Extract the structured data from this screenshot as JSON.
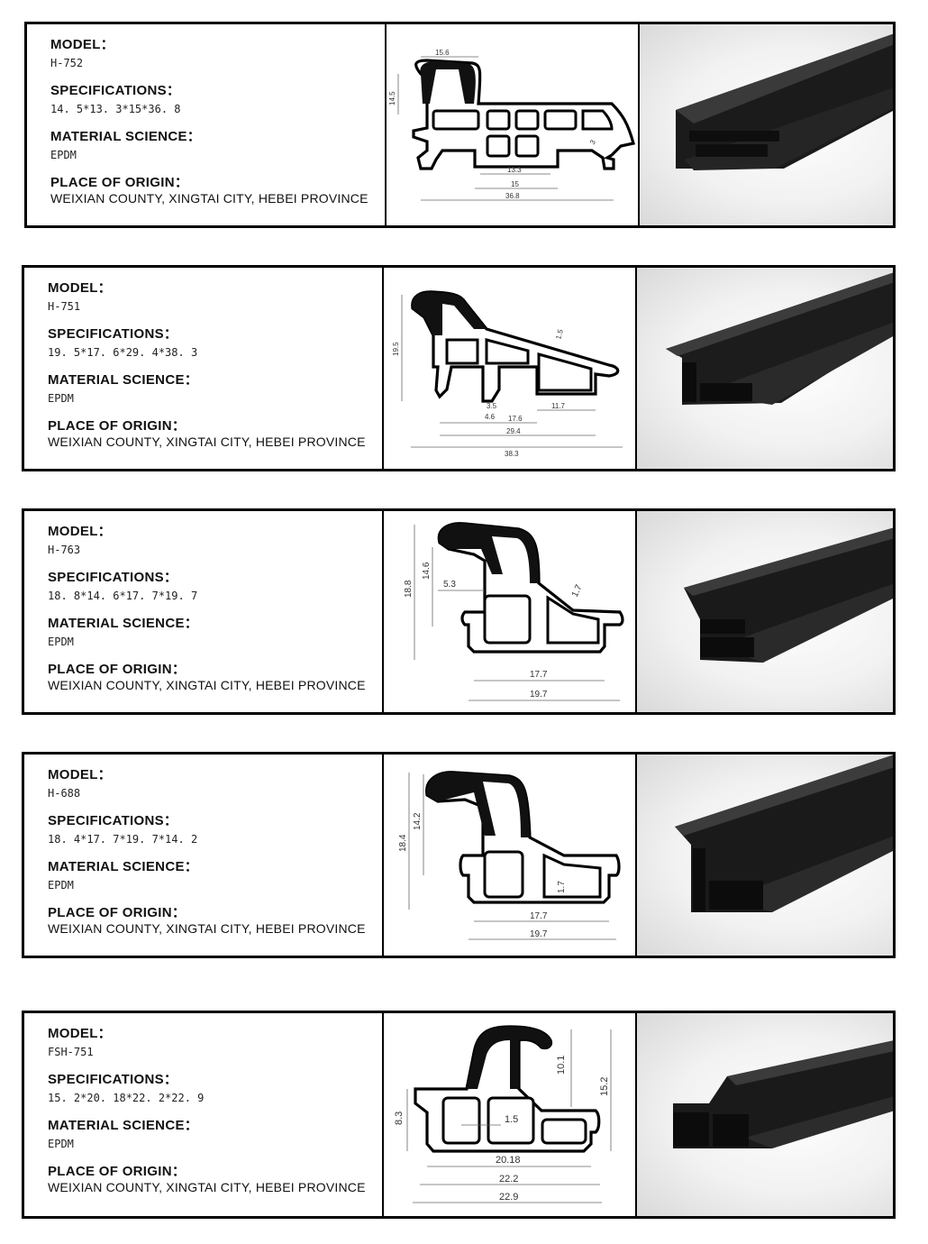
{
  "labels": {
    "model": "MODEL：",
    "specifications": "SPECIFICATIONS：",
    "material": "MATERIAL SCIENCE：",
    "origin": "PLACE OF ORIGIN："
  },
  "products": [
    {
      "model": "H-752",
      "specifications": "14. 5*13. 3*15*36. 8",
      "material": "EPDM",
      "origin": "WEIXIAN COUNTY, XINGTAI CITY, HEBEI PROVINCE",
      "dims": {
        "a": "15.6",
        "b": "14.5",
        "c": "13.3",
        "d": "15",
        "e": "36.8",
        "f": "3"
      }
    },
    {
      "model": "H-751",
      "specifications": "19. 5*17. 6*29. 4*38. 3",
      "material": "EPDM",
      "origin": "WEIXIAN COUNTY, XINGTAI CITY, HEBEI PROVINCE",
      "dims": {
        "a": "19.5",
        "b": "1.5",
        "c": "3.5",
        "d": "4.6",
        "e": "17.6",
        "f": "11.7",
        "g": "29.4",
        "h": "38.3"
      }
    },
    {
      "model": "H-763",
      "specifications": "18. 8*14. 6*17. 7*19. 7",
      "material": "EPDM",
      "origin": "WEIXIAN COUNTY, XINGTAI CITY, HEBEI PROVINCE",
      "dims": {
        "a": "18.8",
        "b": "14.6",
        "c": "5.3",
        "d": "1.7",
        "e": "17.7",
        "f": "19.7"
      }
    },
    {
      "model": "H-688",
      "specifications": "18. 4*17. 7*19. 7*14. 2",
      "material": "EPDM",
      "origin": "WEIXIAN COUNTY, XINGTAI CITY, HEBEI PROVINCE",
      "dims": {
        "a": "18.4",
        "b": "14.2",
        "c": "1.7",
        "d": "17.7",
        "e": "19.7"
      }
    },
    {
      "model": "FSH-751",
      "specifications": "15. 2*20. 18*22. 2*22. 9",
      "material": "EPDM",
      "origin": "WEIXIAN COUNTY, XINGTAI CITY, HEBEI PROVINCE",
      "dims": {
        "a": "10.1",
        "b": "15.2",
        "c": "8.3",
        "d": "1.5",
        "e": "20.18",
        "f": "22.2",
        "g": "22.9"
      }
    }
  ]
}
